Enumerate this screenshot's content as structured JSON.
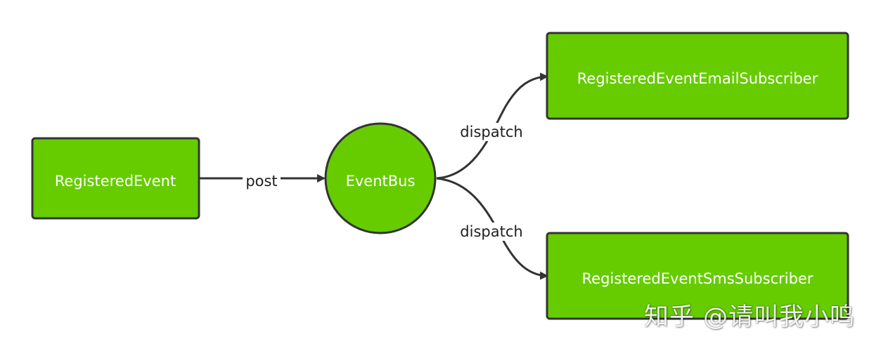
{
  "nodes": {
    "registered_event": "RegisteredEvent",
    "event_bus": "EventBus",
    "email_subscriber": "RegisteredEventEmailSubscriber",
    "sms_subscriber": "RegisteredEventSmsSubscriber"
  },
  "edges": {
    "post": "post",
    "dispatch_email": "dispatch",
    "dispatch_sms": "dispatch"
  },
  "watermark": "知乎 @请叫我小鸣",
  "colors": {
    "node_fill": "#66cc00",
    "node_border": "#333333",
    "arrow": "#333333",
    "node_text": "#ffffff",
    "label_text": "#1f1f1f"
  }
}
